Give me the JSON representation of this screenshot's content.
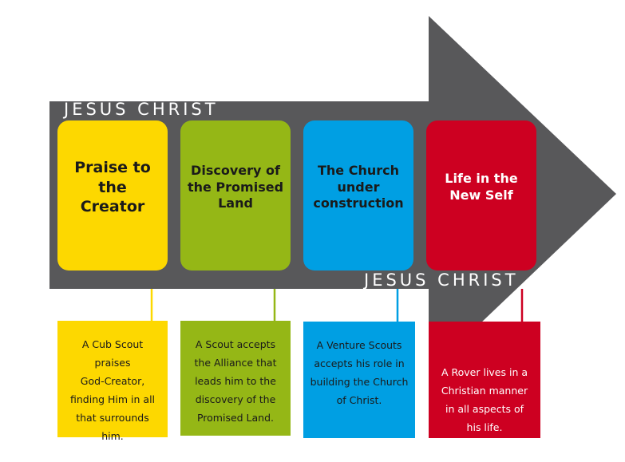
{
  "labels": {
    "top": "JESUS CHRIST",
    "bottom": "JESUS CHRIST"
  },
  "colors": {
    "arrow": "#58585a",
    "yellow": "#fdd800",
    "green": "#95b716",
    "blue": "#009fe3",
    "red": "#cd0021"
  },
  "stages": [
    {
      "title": "Praise to the Creator",
      "title_lines": [
        "Praise to",
        "the Creator"
      ],
      "description": "A Cub Scout praises God-Creator, finding Him in all that surrounds him.",
      "description_lines": [
        "A Cub Scout praises",
        "God-Creator,",
        "finding Him in all",
        "that surrounds",
        "him."
      ],
      "color": "#fdd800"
    },
    {
      "title": "Discovery of the Promised Land",
      "title_lines": [
        "Discovery of",
        "the Promised",
        "Land"
      ],
      "description": "A Scout accepts the Alliance that leads him to the discovery of the Promised Land.",
      "description_lines": [
        "A Scout accepts",
        "the Alliance that",
        "leads him to the",
        "discovery of the",
        "Promised Land."
      ],
      "color": "#95b716"
    },
    {
      "title": "The Church under construction",
      "title_lines": [
        "The Church",
        "under",
        "construction"
      ],
      "description": "A Venture Scouts accepts his role in building the Church of Christ.",
      "description_lines": [
        "A Venture Scouts",
        "accepts his role in",
        "building the Church",
        "of Christ."
      ],
      "color": "#009fe3"
    },
    {
      "title": "Life in the New Self",
      "title_lines": [
        "Life in the",
        "New Self"
      ],
      "description": "A Rover lives in a Christian manner in all aspects of his life.",
      "description_lines": [
        "A Rover lives in a",
        "Christian manner",
        "in all aspects of",
        "his life."
      ],
      "color": "#cd0021"
    }
  ]
}
